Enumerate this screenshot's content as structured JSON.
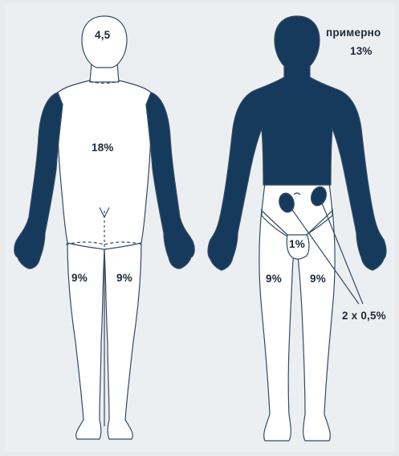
{
  "figure": {
    "colors": {
      "shade": "#163a5c",
      "outline": "#344b63",
      "fill": "#ffffff",
      "background": "#eceff2"
    },
    "back_view": {
      "head_label": "4,5",
      "trunk_label": "18%",
      "left_leg_label": "9%",
      "right_leg_label": "9%"
    },
    "front_view": {
      "note_line1": "примерно",
      "note_line2": "13%",
      "genital_label": "1%",
      "left_leg_label": "9%",
      "right_leg_label": "9%",
      "buttocks_label": "2 x 0,5%"
    }
  }
}
